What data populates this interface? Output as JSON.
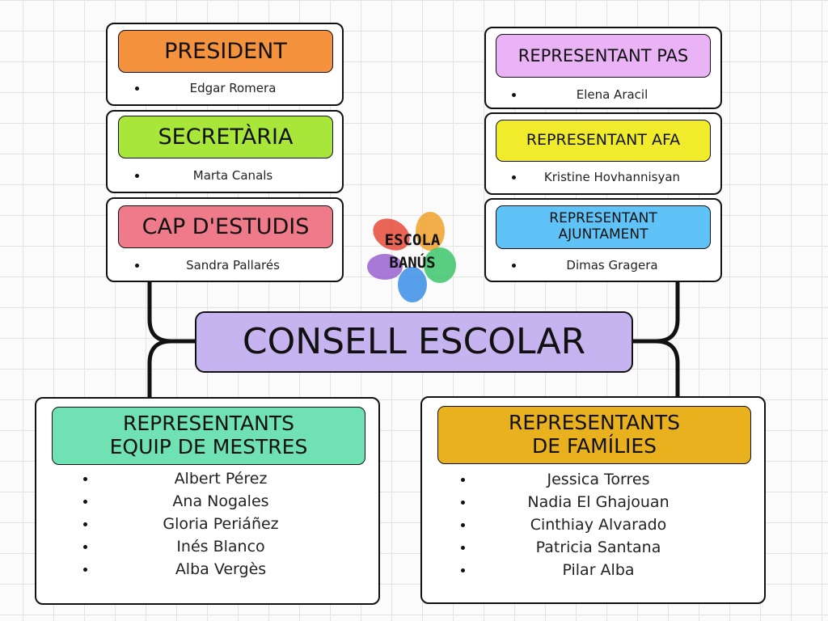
{
  "title": "CONSELL ESCOLAR",
  "logo": {
    "line1": "ESCOLA",
    "line2": "BANÚS"
  },
  "roles": [
    {
      "label": "PRESIDENT",
      "member": "Edgar Romera",
      "color": "#f5923e"
    },
    {
      "label": "SECRETÀRIA",
      "member": "Marta Canals",
      "color": "#a8e63a"
    },
    {
      "label": "CAP D'ESTUDIS",
      "member": "Sandra Pallarés",
      "color": "#ef7b8a"
    },
    {
      "label": "REPRESENTANT PAS",
      "member": "Elena Aracil",
      "color": "#e9b3f6"
    },
    {
      "label": "REPRESENTANT AFA",
      "member": "Kristine Hovhannisyan",
      "color": "#f0ec2c"
    },
    {
      "label": "REPRESENTANT AJUNTAMENT",
      "member": "Dimas Gragera",
      "color": "#5fc3f8"
    }
  ],
  "groups": [
    {
      "label_line1": "REPRESENTANTS",
      "label_line2": "EQUIP DE MESTRES",
      "color": "#6fe1b2",
      "members": [
        "Albert Pérez",
        "Ana Nogales",
        "Gloria Periáñez",
        "Inés Blanco",
        "Alba Vergès"
      ]
    },
    {
      "label_line1": "REPRESENTANTS",
      "label_line2": "DE FAMÍLIES",
      "color": "#e9b11e",
      "members": [
        "Jessica Torres",
        "Nadia El Ghajouan",
        "Cinthiay Alvarado",
        "Patricia Santana",
        "Pilar Alba"
      ]
    }
  ],
  "colors": {
    "title_bg": "#c6b4f1"
  }
}
